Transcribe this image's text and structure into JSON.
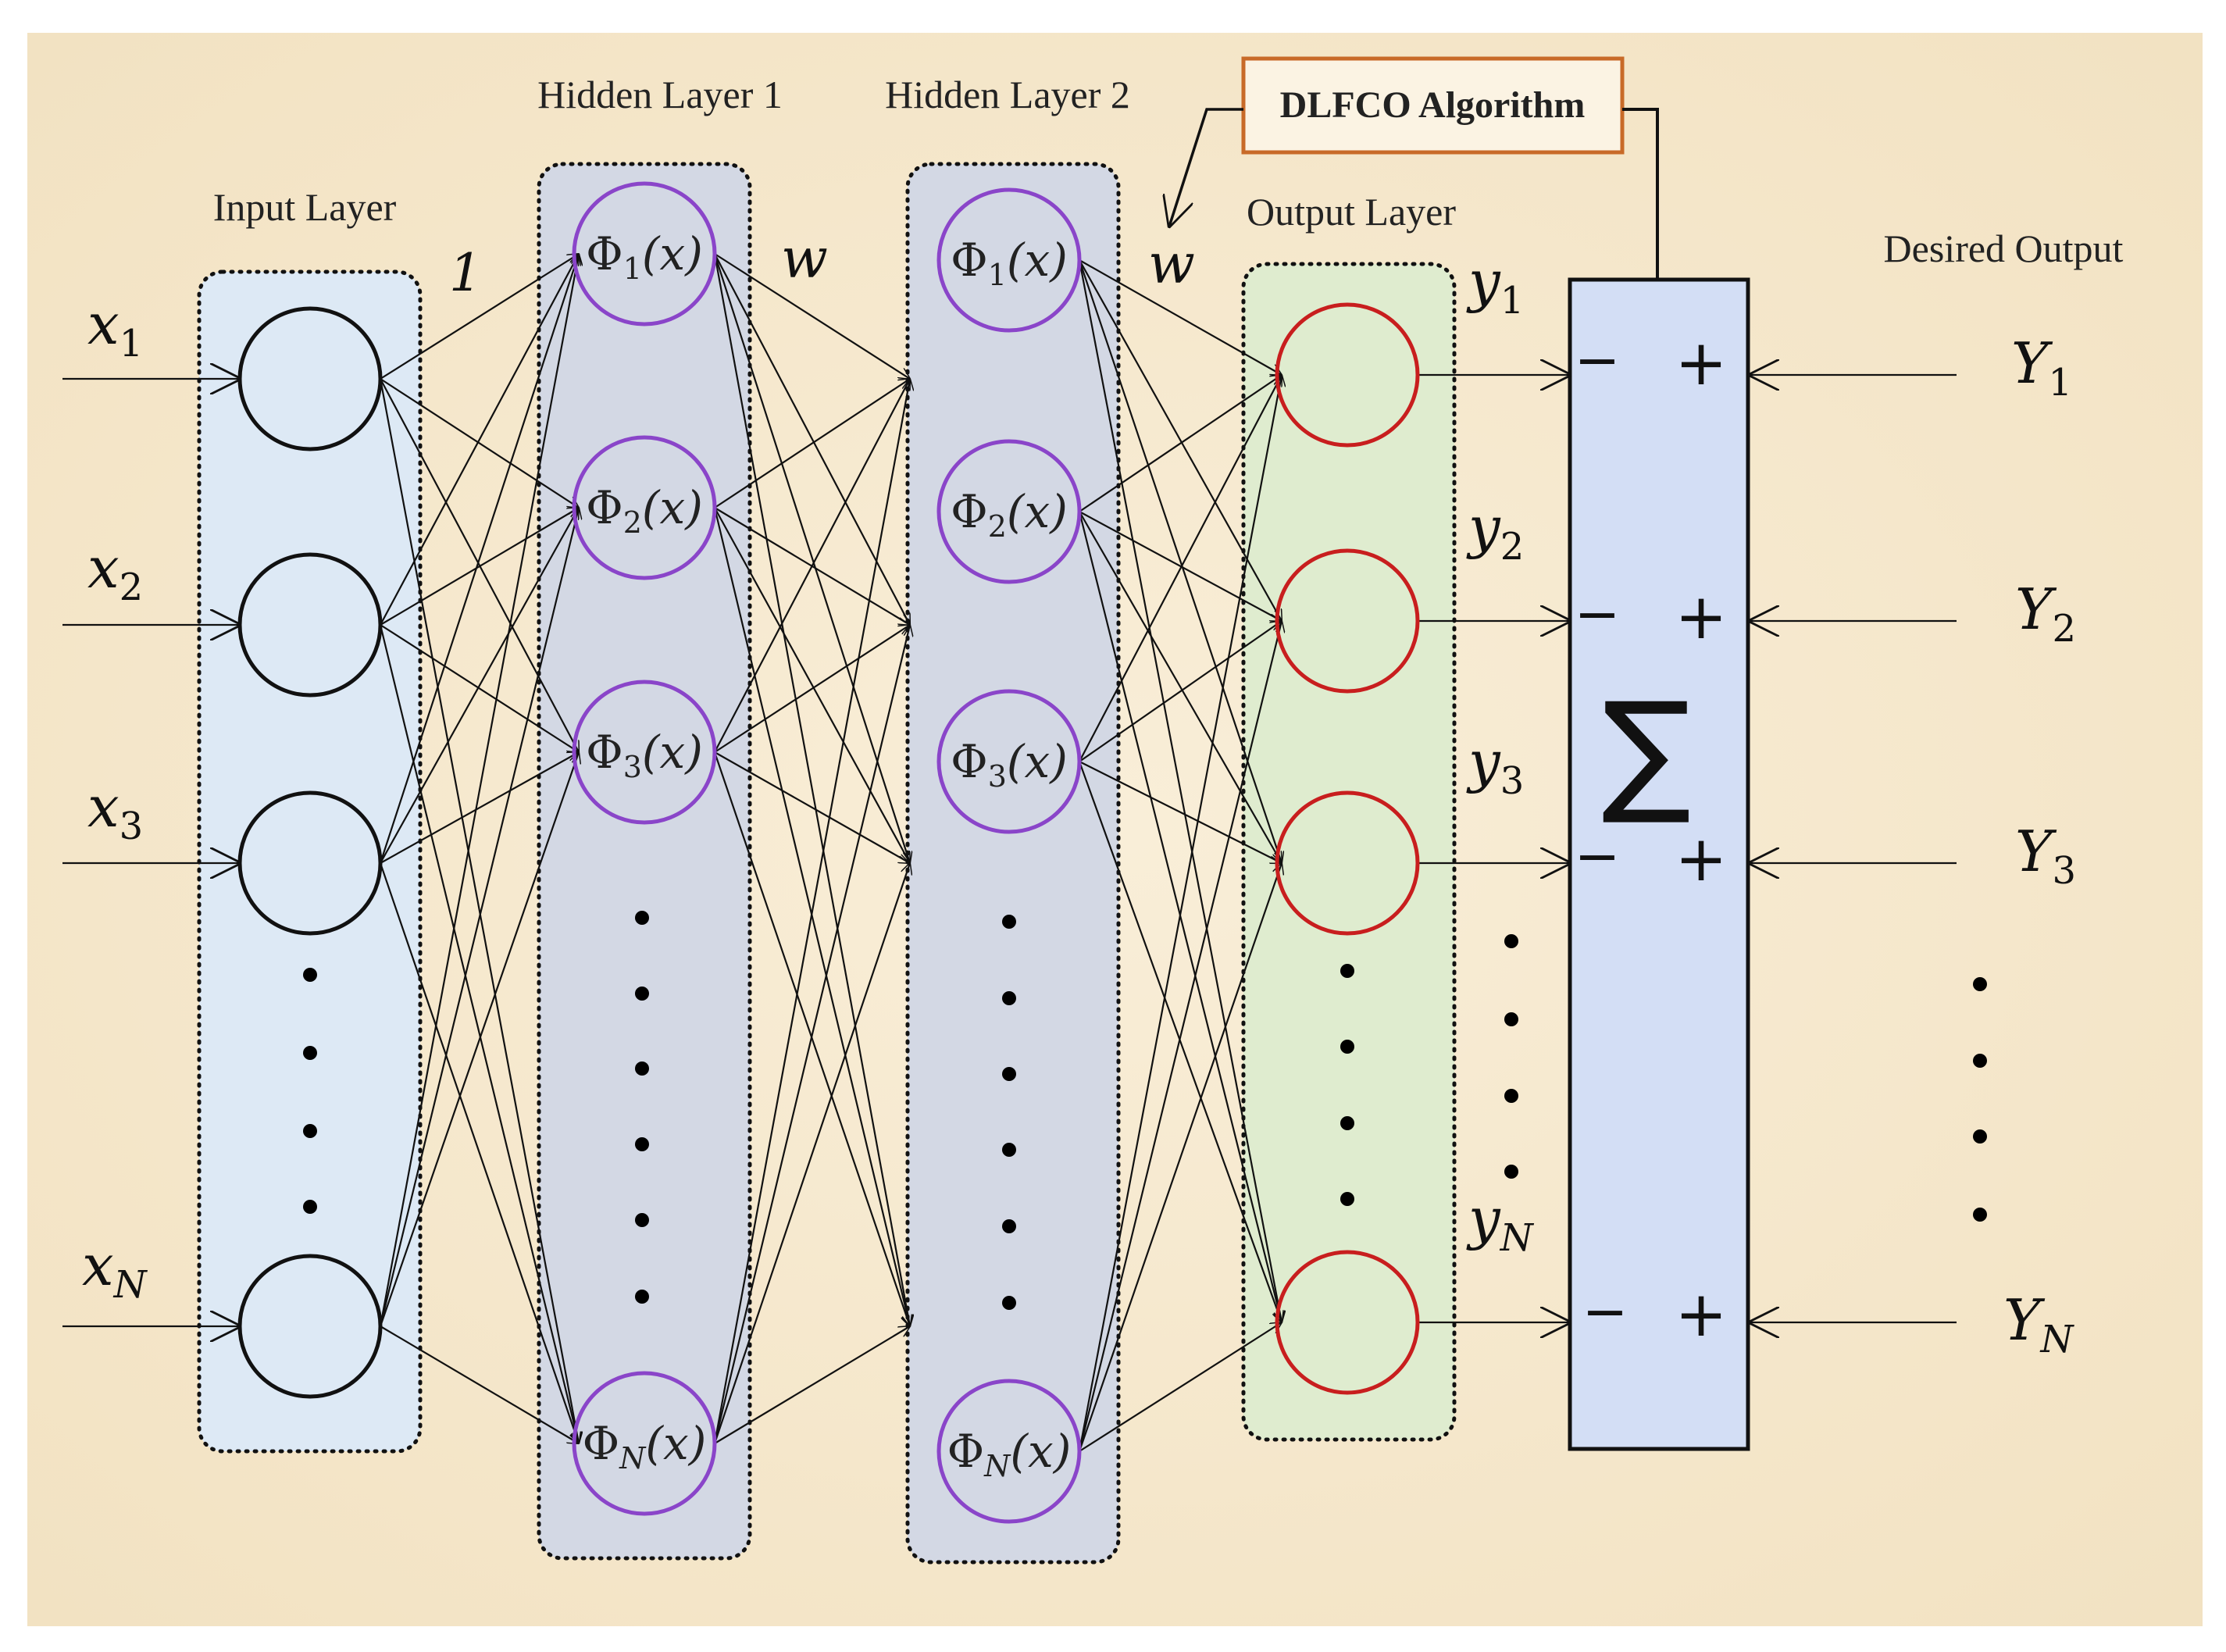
{
  "labels": {
    "input_layer": "Input Layer",
    "hidden_layer_1": "Hidden Layer 1",
    "hidden_layer_2": "Hidden Layer 2",
    "output_layer": "Output Layer",
    "desired_output": "Desired Output",
    "algorithm": "DLFCO Algorithm",
    "weight_input": "1",
    "weight_hidden": "w",
    "weight_output": "w",
    "sum_symbol": "∑",
    "minus": "−",
    "plus": "+"
  },
  "inputs": [
    {
      "base": "x",
      "sub": "1"
    },
    {
      "base": "x",
      "sub": "2"
    },
    {
      "base": "x",
      "sub": "3"
    },
    {
      "base": "x",
      "sub": "N"
    }
  ],
  "hidden_nodes": [
    {
      "base": "Φ",
      "sub": "1",
      "arg": "(x)"
    },
    {
      "base": "Φ",
      "sub": "2",
      "arg": "(x)"
    },
    {
      "base": "Φ",
      "sub": "3",
      "arg": "(x)"
    },
    {
      "base": "Φ",
      "sub": "N",
      "arg": "(x)"
    }
  ],
  "outputs": [
    {
      "base": "y",
      "sub": "1"
    },
    {
      "base": "y",
      "sub": "2"
    },
    {
      "base": "y",
      "sub": "3"
    },
    {
      "base": "y",
      "sub": "N"
    }
  ],
  "desired": [
    {
      "base": "Y",
      "sub": "1"
    },
    {
      "base": "Y",
      "sub": "2"
    },
    {
      "base": "Y",
      "sub": "3"
    },
    {
      "base": "Y",
      "sub": "N"
    }
  ],
  "colors": {
    "background": "#f6e8cf",
    "input_panel": "#dde9f5",
    "hidden_panel": "#d3d8e4",
    "output_panel": "#dfeccf",
    "sum_box": "#d3def5",
    "input_node": "#111111",
    "hidden_node": "#8a45c9",
    "output_node": "#c81e1e",
    "algorithm_border": "#c86a28"
  }
}
